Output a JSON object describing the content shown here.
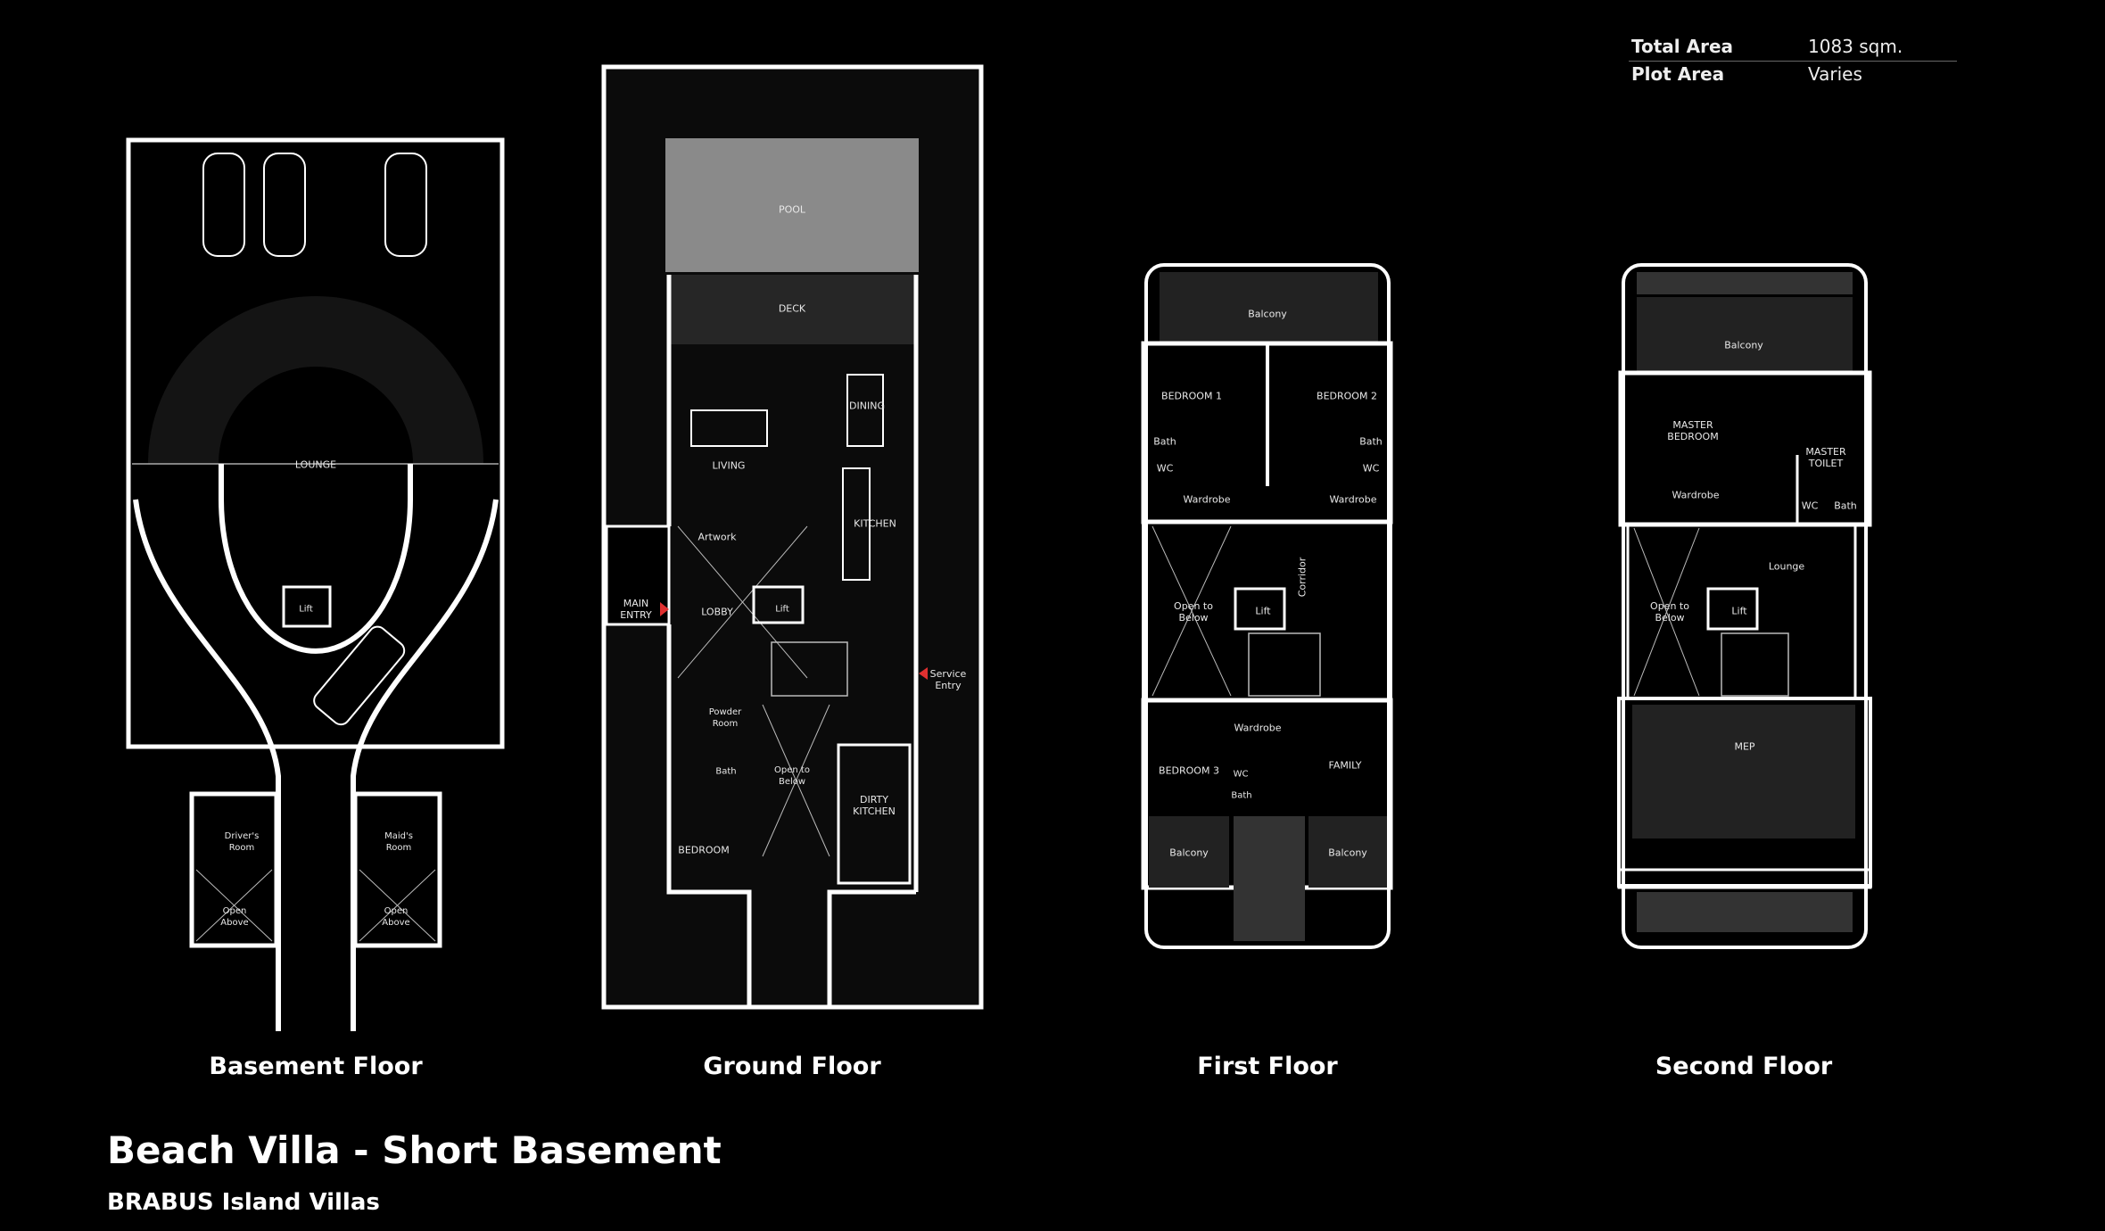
{
  "info": {
    "total_area_label": "Total Area",
    "total_area_value": "1083 sqm.",
    "plot_area_label": "Plot Area",
    "plot_area_value": "Varies"
  },
  "title": "Beach Villa - Short Basement",
  "subtitle": "BRABUS Island Villas",
  "floors": {
    "basement": {
      "label": "Basement Floor",
      "rooms": [
        "LOUNGE",
        "Lift",
        "Driver's\nRoom",
        "Maid's\nRoom",
        "Open\nAbove",
        "Open\nAbove"
      ]
    },
    "ground": {
      "label": "Ground Floor",
      "rooms": [
        "POOL",
        "DECK",
        "DINING",
        "LIVING",
        "KITCHEN",
        "Artwork",
        "MAIN\nENTRY",
        "LOBBY",
        "Lift",
        "Service\nEntry",
        "Powder\nRoom",
        "Bath",
        "Open to\nBelow",
        "DIRTY\nKITCHEN",
        "BEDROOM"
      ]
    },
    "first": {
      "label": "First Floor",
      "rooms": [
        "Balcony",
        "BEDROOM 1",
        "BEDROOM 2",
        "Bath",
        "Bath",
        "WC",
        "WC",
        "Wardrobe",
        "Wardrobe",
        "Corridor",
        "Open to\nBelow",
        "Lift",
        "Wardrobe",
        "FAMILY",
        "BEDROOM 3",
        "WC",
        "Bath",
        "Balcony",
        "Balcony"
      ]
    },
    "second": {
      "label": "Second Floor",
      "rooms": [
        "Balcony",
        "MASTER\nBEDROOM",
        "MASTER\nTOILET",
        "Wardrobe",
        "WC",
        "Bath",
        "Lounge",
        "Open to\nBelow",
        "Lift",
        "MEP"
      ]
    }
  },
  "colors": {
    "background": "#000000",
    "walls": "#ffffff",
    "pool": "#8a8a8a",
    "entry_marker": "#e03030"
  }
}
